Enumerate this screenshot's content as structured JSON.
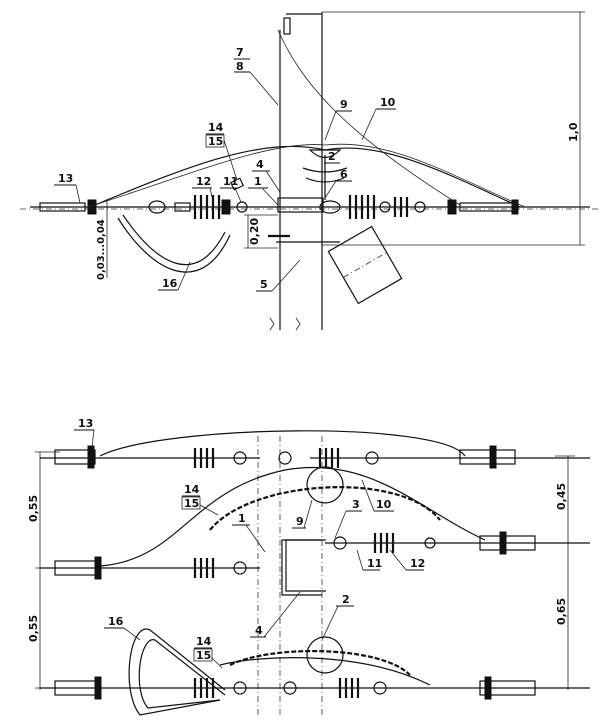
{
  "top_view": {
    "label_7": "7",
    "label_8": "8",
    "label_9": "9",
    "label_10": "10",
    "label_14": "14",
    "label_15": "15",
    "label_13": "13",
    "label_12": "12",
    "label_11": "11",
    "label_1": "1",
    "label_4": "4",
    "label_2": "2",
    "label_6": "6",
    "label_5": "5",
    "label_16": "16",
    "dim_height": "1,0",
    "dim_spacing": "0,20",
    "dim_offset": "0,03...0,04"
  },
  "bottom_view": {
    "label_13": "13",
    "label_14a": "14",
    "label_15a": "15",
    "label_1": "1",
    "label_9": "9",
    "label_3": "3",
    "label_10": "10",
    "label_11": "11",
    "label_12": "12",
    "label_4": "4",
    "label_2": "2",
    "label_16": "16",
    "label_14b": "14",
    "label_15b": "15",
    "dim_left_upper": "0,55",
    "dim_left_lower": "0,55",
    "dim_right_upper": "0,45",
    "dim_right_lower": "0,65"
  }
}
